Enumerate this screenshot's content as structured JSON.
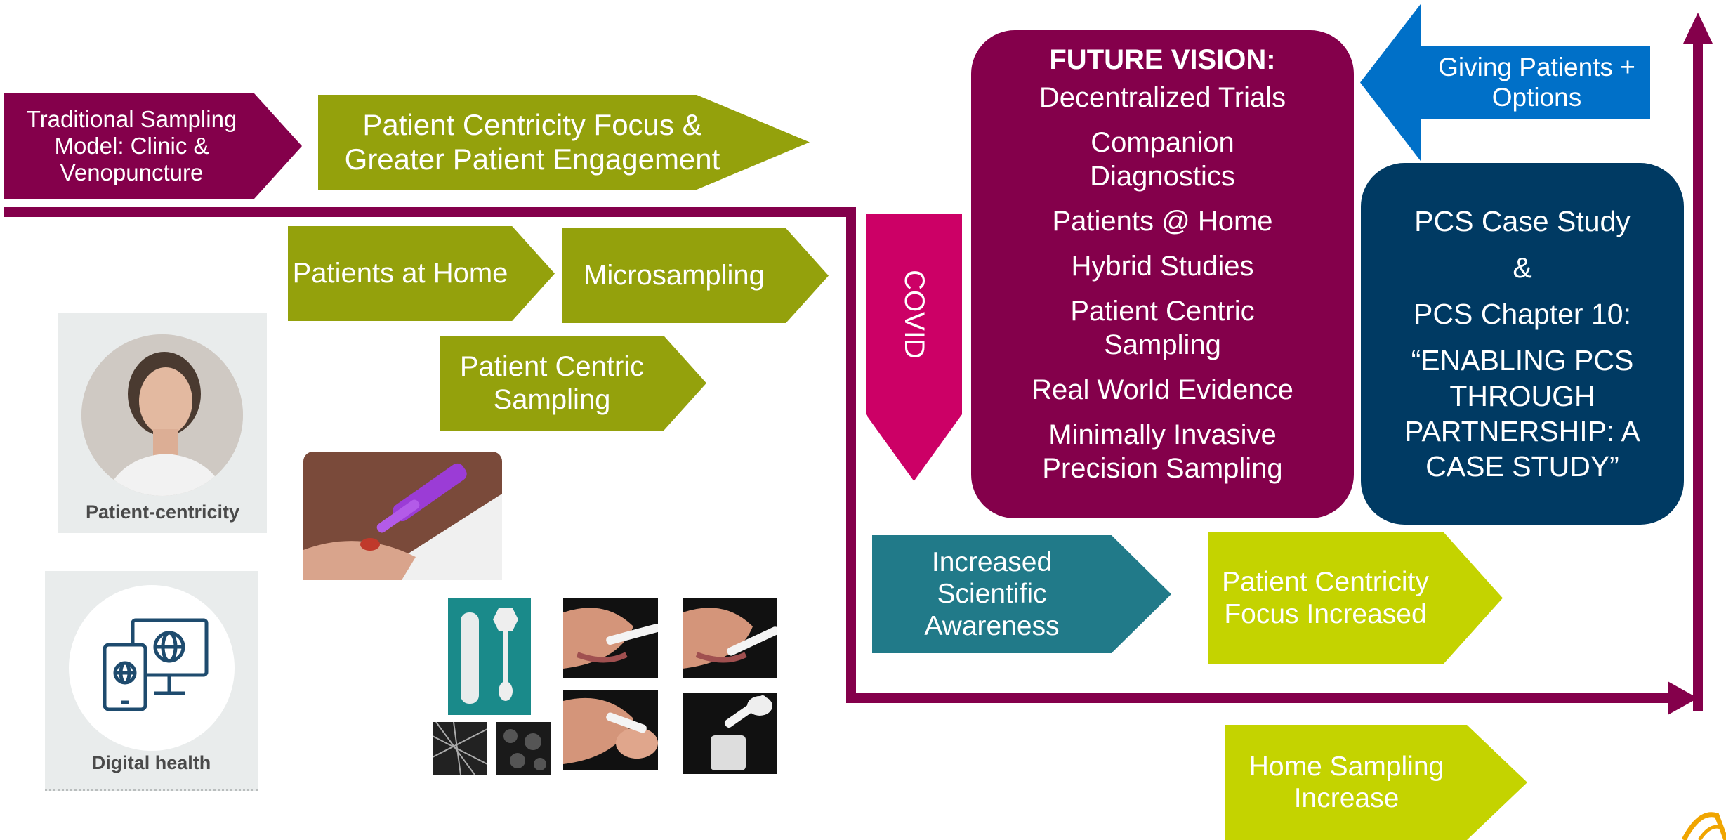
{
  "chevrons": {
    "traditional": "Traditional Sampling Model: Clinic & Venopuncture",
    "patient_centricity_focus": "Patient Centricity Focus & Greater Patient Engagement",
    "patients_at_home": "Patients at Home",
    "microsampling": "Microsampling",
    "patient_centric_sampling": "Patient Centric Sampling",
    "covid": "COVID",
    "increased_awareness": "Increased Scientific Awareness",
    "focus_increased": "Patient Centricity Focus Increased",
    "home_sampling": "Home Sampling Increase",
    "giving_patients": "Giving Patients + Options"
  },
  "future_vision": {
    "title": "FUTURE VISION:",
    "items": [
      "Decentralized Trials",
      "Companion Diagnostics",
      "Patients @ Home",
      "Hybrid Studies",
      "Patient Centric Sampling",
      "Real World Evidence",
      "Minimally Invasive Precision Sampling"
    ]
  },
  "pcs_box": {
    "lines": [
      "PCS Case Study",
      "&",
      "PCS Chapter 10:",
      "“ENABLING PCS THROUGH PARTNERSHIP: A CASE STUDY”"
    ]
  },
  "photos": {
    "patient_centricity_caption": "Patient-centricity",
    "digital_health_caption": "Digital health"
  },
  "colors": {
    "plum": "#84004b",
    "olive": "#94a10c",
    "lime": "#c4d300",
    "teal": "#217a89",
    "covid_pink": "#cc0066",
    "blue": "#0070c8",
    "navy": "#003a63"
  },
  "icons": [
    "timeline-arrow-icon",
    "globe-icon",
    "monitor-icon",
    "tablet-icon",
    "logo-icon"
  ]
}
